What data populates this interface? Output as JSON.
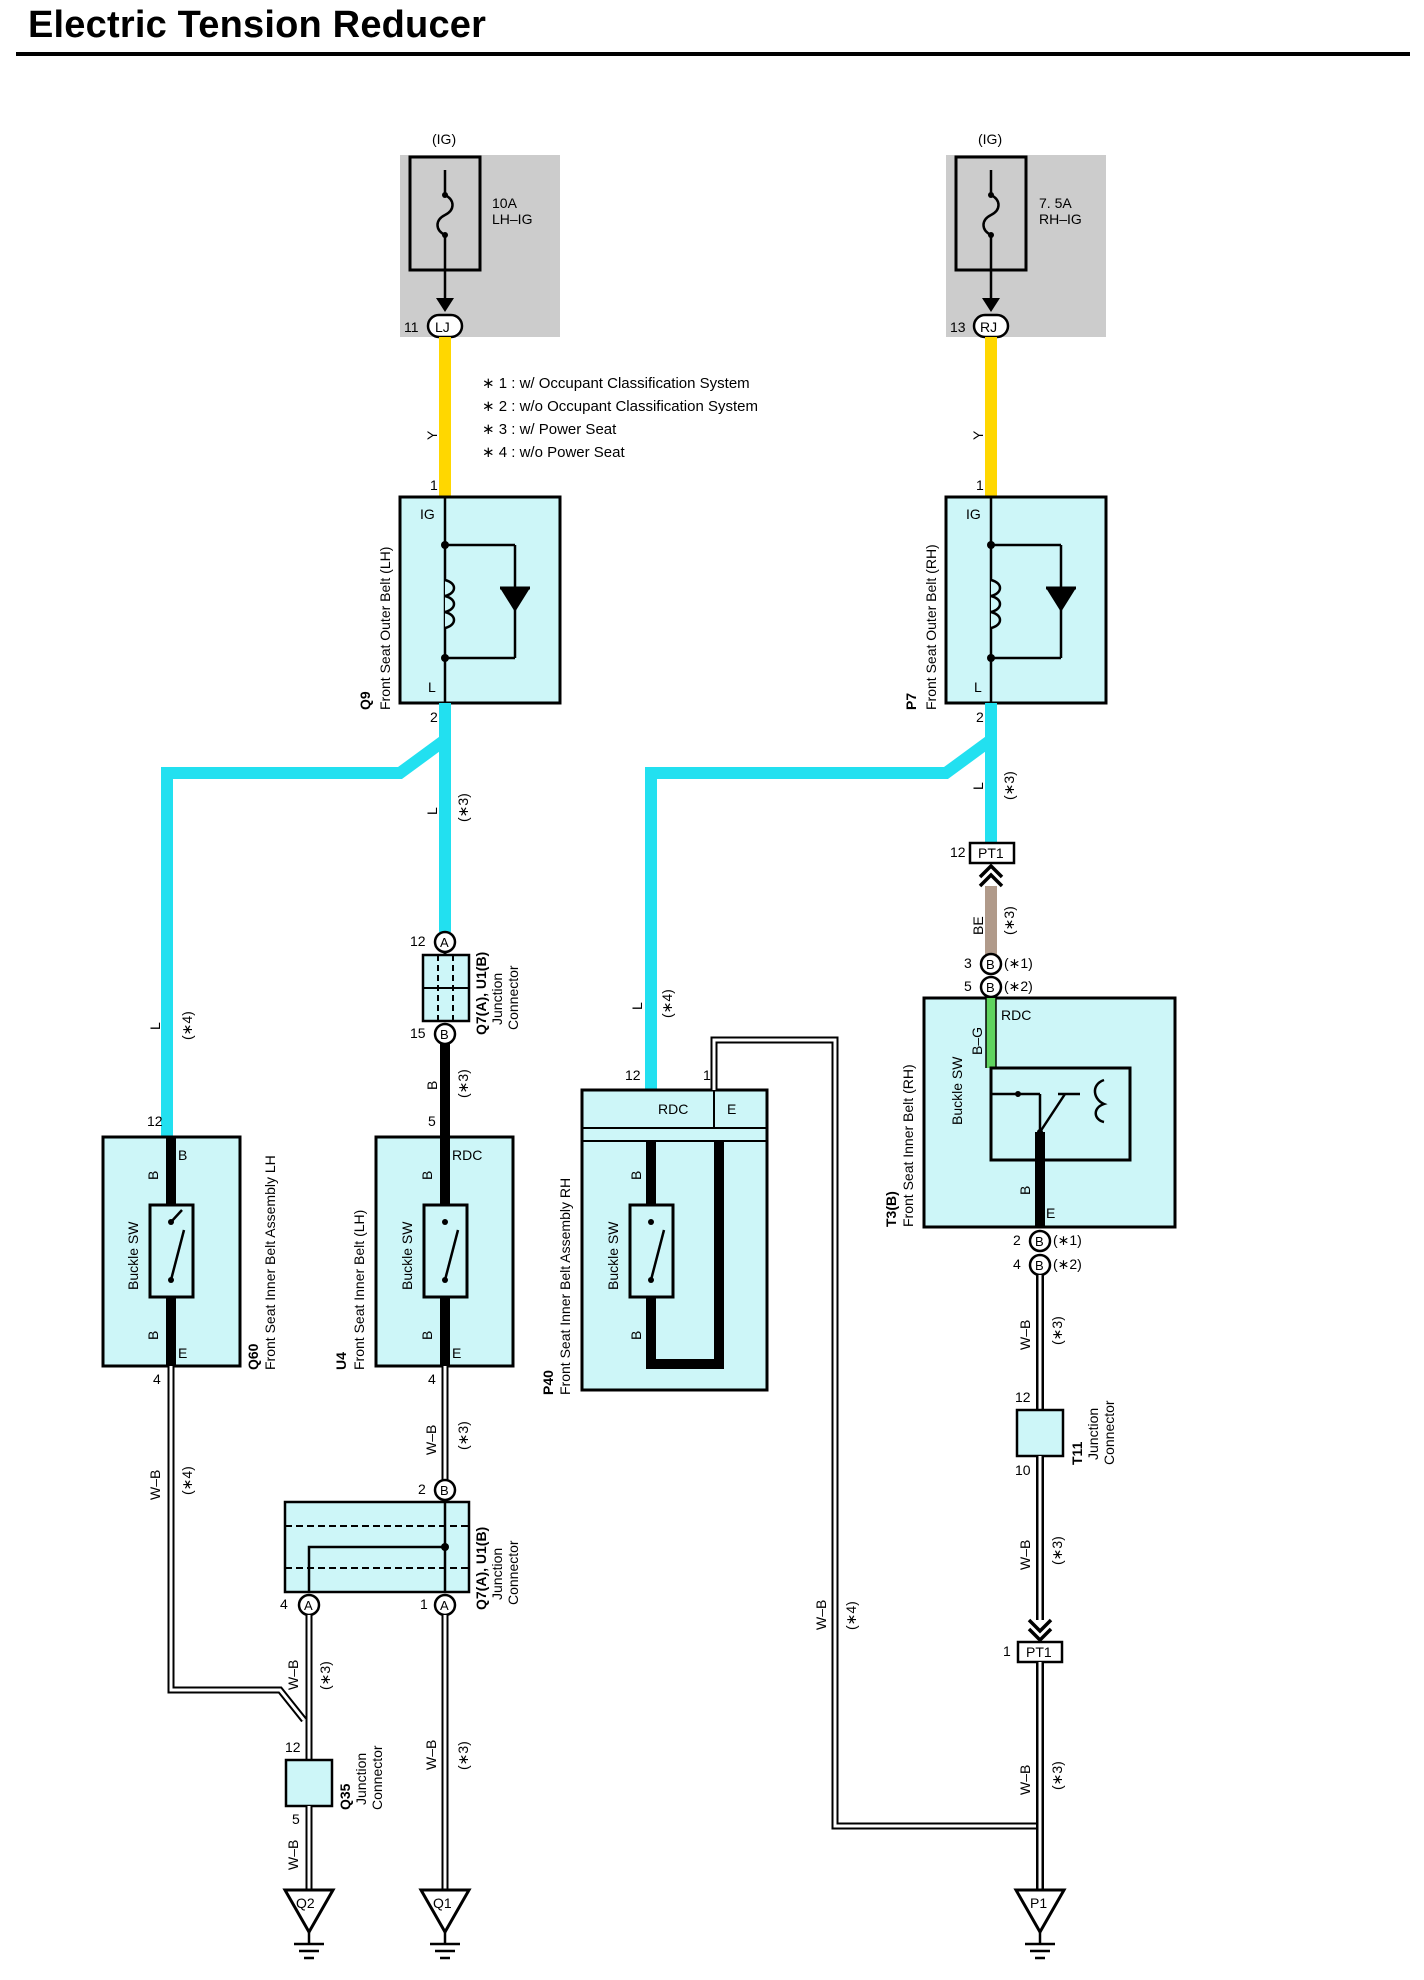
{
  "title": "Electric Tension Reducer",
  "notes": [
    "∗ 1 : w/ Occupant Classification System",
    "∗ 2 : w/o Occupant Classification System",
    "∗ 3 : w/ Power Seat",
    "∗ 4 : w/o Power Seat"
  ],
  "fuses": {
    "lh": {
      "source": "(IG)",
      "rating": "10A",
      "name": "LH–IG",
      "pin": "11",
      "connector": "LJ"
    },
    "rh": {
      "source": "(IG)",
      "rating": "7. 5A",
      "name": "RH–IG",
      "pin": "13",
      "connector": "RJ"
    }
  },
  "outer_belts": {
    "lh": {
      "code": "Q9",
      "name": "Front Seat Outer Belt (LH)",
      "term_ig": "IG",
      "term_l": "L",
      "pin_in": "1",
      "pin_out": "2",
      "wire_in": "Y",
      "wire_out": "L",
      "wire_out_note": "(∗3)"
    },
    "rh": {
      "code": "P7",
      "name": "Front Seat Outer Belt (RH)",
      "term_ig": "IG",
      "term_l": "L",
      "pin_in": "1",
      "pin_out": "2",
      "wire_in": "Y",
      "wire_out": "L",
      "wire_out_note": "(∗3)"
    }
  },
  "junctions": {
    "q7_top": {
      "code": "Q7(A), U1(B)",
      "name": "Junction",
      "name2": "Connector",
      "pin_top": "12",
      "pin_top_conn": "A",
      "pin_bottom": "15",
      "pin_bottom_conn": "B"
    },
    "q7_bottom": {
      "code": "Q7(A), U1(B)",
      "name": "Junction",
      "name2": "Connector",
      "pin_top": "2",
      "pin_top_conn": "B",
      "pin_left": "4",
      "pin_left_conn": "A",
      "pin_right": "1",
      "pin_right_conn": "A"
    },
    "q35": {
      "code": "Q35",
      "name": "Junction",
      "name2": "Connector",
      "pin_top": "12",
      "pin_bottom": "5"
    },
    "t11": {
      "code": "T11",
      "name": "Junction",
      "name2": "Connector",
      "pin_top": "12",
      "pin_bottom": "10"
    },
    "pt1_top": {
      "pin": "12",
      "label": "PT1"
    },
    "pt1_bottom": {
      "pin": "1",
      "label": "PT1"
    }
  },
  "inner_belts": {
    "q60": {
      "code": "Q60",
      "name": "Front Seat Inner Belt Assembly LH",
      "sw": "Buckle SW",
      "pin_top": "12",
      "pin_bottom": "4",
      "term_top": "B",
      "term_b1": "B",
      "term_b2": "B",
      "term_e": "E"
    },
    "u4": {
      "code": "U4",
      "name": "Front Seat Inner Belt (LH)",
      "sw": "Buckle SW",
      "pin_top": "5",
      "pin_bottom": "4",
      "term_rdc": "RDC",
      "term_b1": "B",
      "term_b2": "B",
      "term_e": "E"
    },
    "p40": {
      "code": "P40",
      "name": "Front Seat Inner Belt Assembly RH",
      "sw": "Buckle SW",
      "pin_rdc": "12",
      "pin_e": "1",
      "term_rdc": "RDC",
      "term_e": "E",
      "term_b1": "B",
      "term_b2": "B"
    },
    "t3": {
      "code": "T3(B)",
      "name": "Front Seat Inner Belt (RH)",
      "sw": "Buckle SW",
      "term_rdc": "RDC",
      "term_b": "B",
      "term_e": "E",
      "wire_rdc": "B–G"
    }
  },
  "t3_pins": {
    "top1": {
      "pin": "3",
      "conn": "B",
      "note": "(∗1)"
    },
    "top2": {
      "pin": "5",
      "conn": "B",
      "note": "(∗2)"
    },
    "bot1": {
      "pin": "2",
      "conn": "B",
      "note": "(∗1)"
    },
    "bot2": {
      "pin": "4",
      "conn": "B",
      "note": "(∗2)"
    }
  },
  "wire_labels": {
    "l": "L",
    "b": "B",
    "wb": "W–B",
    "be": "BE",
    "y": "Y",
    "n3": "(∗3)",
    "n4": "(∗4)"
  },
  "grounds": {
    "q2": "Q2",
    "q1": "Q1",
    "p1": "P1"
  },
  "colors": {
    "wire_y": "#ffd700",
    "wire_l": "#22e0f0",
    "wire_be": "#b09a8a",
    "wire_bg": "#5fd35f",
    "component_fill": "#cdf6f8",
    "fuse_bg": "#cccccc"
  }
}
